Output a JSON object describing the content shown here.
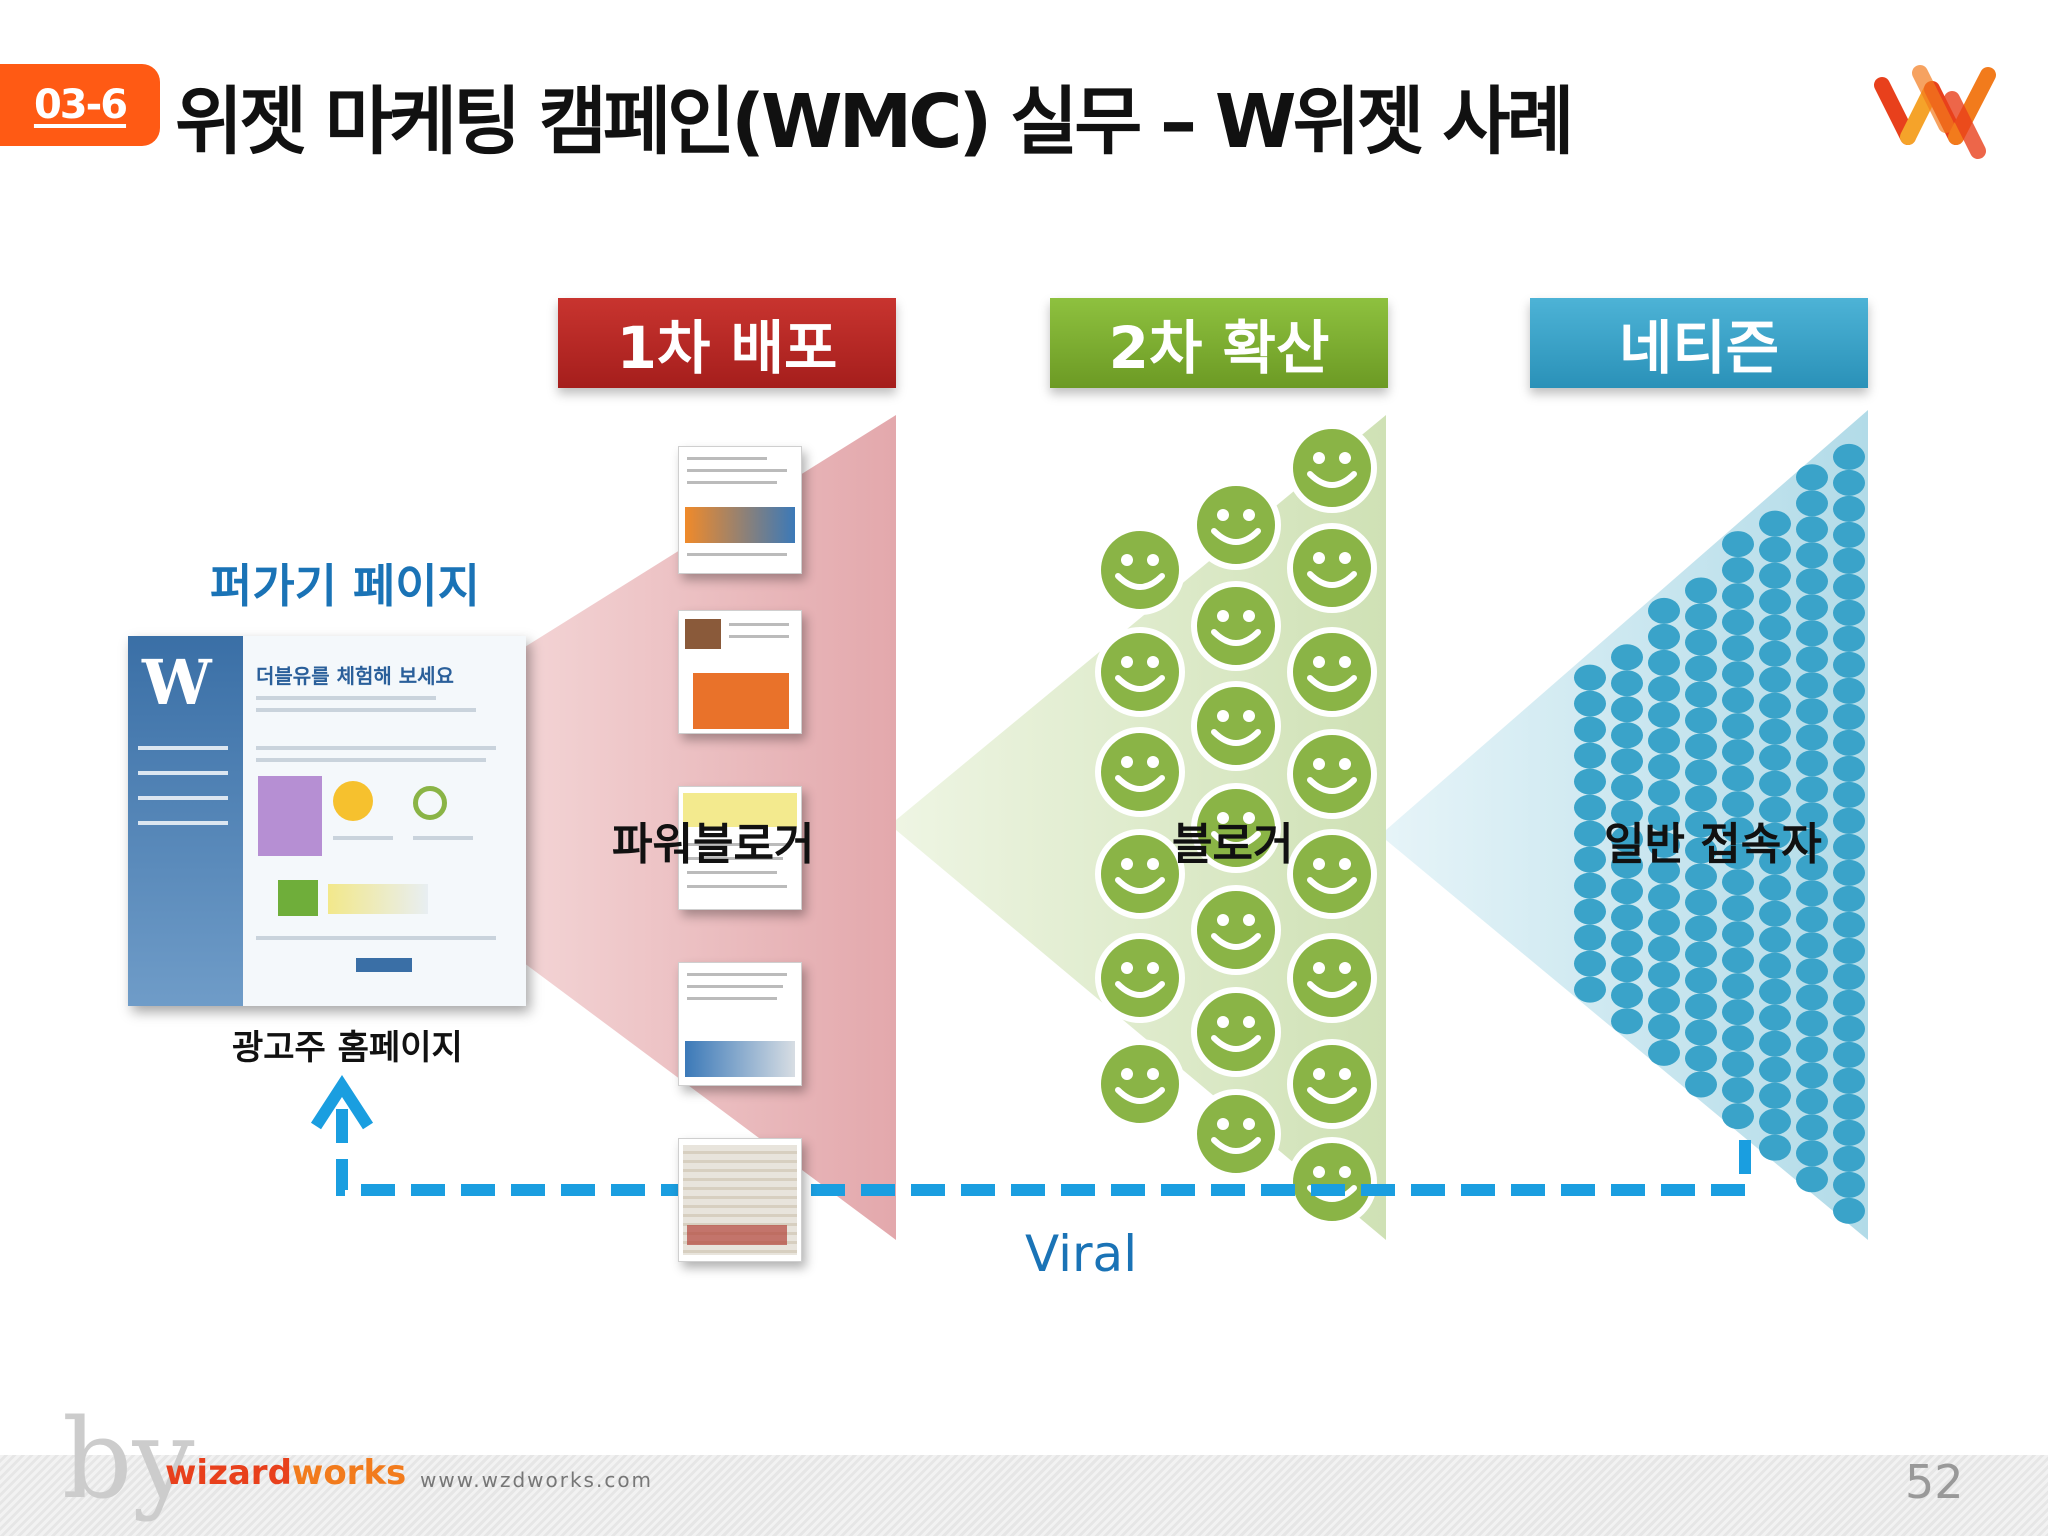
{
  "header": {
    "section_number": "03-6",
    "title": "위젯 마케팅 캠페인(WMC) 실무 – W위젯 사례"
  },
  "stages": [
    {
      "header": "1차 배포",
      "label": "파워블로거",
      "color": "#b8282a"
    },
    {
      "header": "2차 확산",
      "label": "블로거",
      "color": "#7fb033"
    },
    {
      "header": "네티즌",
      "label": "일반 접속자",
      "color": "#37a3c9"
    }
  ],
  "source": {
    "title": "퍼가기 페이지",
    "caption": "광고주 홈페이지",
    "screenshot_headline": "더블유를 체험해 보세요"
  },
  "viral_label": "Viral",
  "footer": {
    "by": "by",
    "brand_part1": "wizard",
    "brand_part2": "works",
    "url": "www.wzdworks.com",
    "page_number": "52"
  },
  "icons": {
    "face": "smiley-face-icon",
    "dot": "netizen-dot-icon",
    "arrow": "up-arrow-icon"
  },
  "colors": {
    "accent": "#ff5a14",
    "viral_blue": "#1a9ee0",
    "label_blue": "#1a73b6",
    "pink_funnel": "#e9b7ba",
    "green_funnel": "#d5e5bd",
    "blue_funnel": "#b9e0eb",
    "face_fill": "#8ab446",
    "dot_fill": "#3aa3c9"
  }
}
